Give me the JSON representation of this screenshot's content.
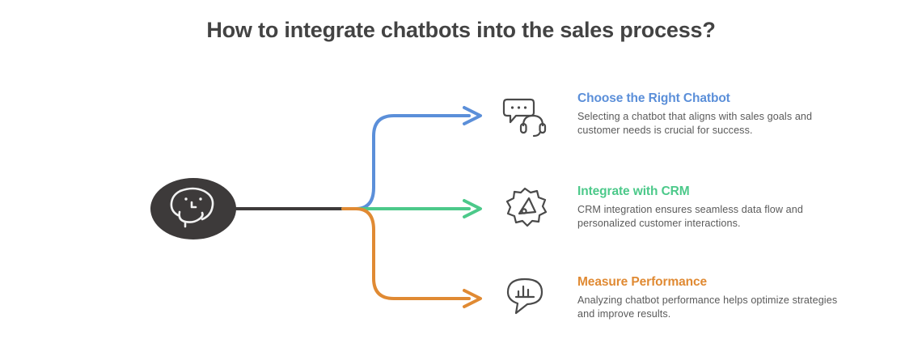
{
  "page": {
    "title": "How to integrate chatbots into the sales process?"
  },
  "colors": {
    "blue": "#5b8fd9",
    "green": "#4cc98a",
    "orange": "#e08a33",
    "trunk": "#3d3a3a",
    "node_fill": "#3d3a3a",
    "icon_stroke": "#4a4a4a",
    "title_text": "#434343",
    "body_text": "#5a5a5a"
  },
  "center_node": {
    "icon": "chatbot-face-icon",
    "label": ""
  },
  "branches": [
    {
      "id": "choose-chatbot",
      "heading": "Choose the Right Chatbot",
      "body": "Selecting a chatbot that aligns with sales goals and customer needs is crucial for success.",
      "icon": "chat-bubble-headset-icon",
      "color": "#5b8fd9"
    },
    {
      "id": "integrate-crm",
      "heading": "Integrate with CRM",
      "body": "CRM integration ensures seamless data flow and personalized customer interactions.",
      "icon": "gear-settings-icon",
      "color": "#4cc98a"
    },
    {
      "id": "measure-performance",
      "heading": "Measure Performance",
      "body": "Analyzing chatbot performance helps optimize strategies and improve results.",
      "icon": "chat-bubble-bar-chart-icon",
      "color": "#e08a33"
    }
  ]
}
